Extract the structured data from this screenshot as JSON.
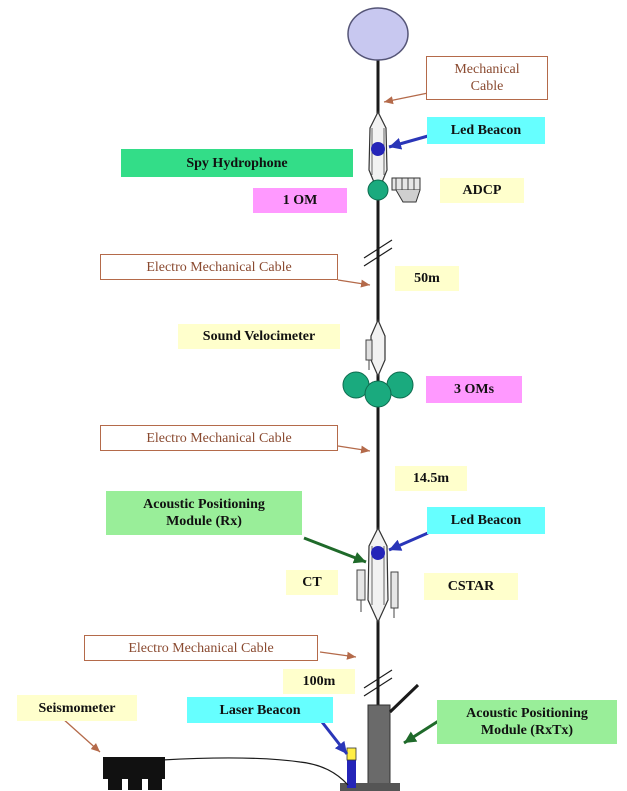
{
  "colors": {
    "cable": "#1a1a1a",
    "buoy": "#c8c8f0",
    "om": "#1aaa7e",
    "beacon": "#2424b8",
    "arrow_brown": "#b46a4a",
    "arrow_green": "#1f6a2a",
    "arrow_blue": "#2a36b8",
    "label_cyan": "#66ffff",
    "label_green_dark": "#33dd88",
    "label_green_light": "#99ee99",
    "label_magenta": "#ff99ff",
    "label_cream": "#ffffcc",
    "outline_brown": "#b46a4a",
    "laser_yellow": "#ffee44",
    "anchor_gray": "#6a6a6a",
    "seismometer": "#111111"
  },
  "labels": {
    "mechanical_cable": "Mechanical Cable",
    "led_beacon_top": "Led Beacon",
    "spy_hydrophone": "Spy Hydrophone",
    "om_1": "1 OM",
    "adcp": "ADCP",
    "em_cable_1": "Electro Mechanical Cable",
    "len_50m": "50m",
    "sound_velocimeter": "Sound Velocimeter",
    "oms_3": "3 OMs",
    "em_cable_2": "Electro Mechanical Cable",
    "len_14_5m": "14.5m",
    "apm_rx": "Acoustic Positioning Module (Rx)",
    "led_beacon_bottom": "Led Beacon",
    "ct": "CT",
    "cstar": "CSTAR",
    "em_cable_3": "Electro Mechanical Cable",
    "len_100m": "100m",
    "seismometer": "Seismometer",
    "laser_beacon": "Laser Beacon",
    "apm_rxtx": "Acoustic Positioning Module (RxTx)"
  },
  "icons": {
    "buoy": "buoy-icon",
    "beacon": "led-beacon-icon",
    "om": "optical-module-icon",
    "adcp": "adcp-instrument-icon",
    "frame": "instrument-frame-icon",
    "anchor": "anchor-block-icon",
    "seismometer": "seismometer-icon",
    "laser": "laser-beacon-icon",
    "cable_break": "cable-break-icon"
  }
}
